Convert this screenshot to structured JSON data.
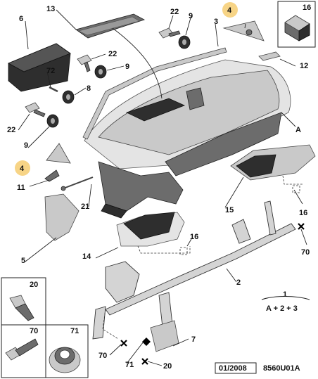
{
  "callouts": {
    "c13": "13",
    "c22a": "22",
    "c9a": "9",
    "c3": "3",
    "c4a": "4",
    "c16a": "16",
    "c6": "6",
    "c22b": "22",
    "c9b": "9",
    "c12": "12",
    "c72": "72",
    "c8": "8",
    "c22c": "22",
    "c9c": "9",
    "cA": "A",
    "c4b": "4",
    "c11": "11",
    "c21": "21",
    "c15": "15",
    "c16b": "16",
    "c5": "5",
    "c14": "14",
    "c16c": "16",
    "c70a": "70",
    "c2": "2",
    "c20a": "20",
    "c70b": "70",
    "c71a": "71",
    "c7": "7",
    "c70c": "70",
    "c71b": "71",
    "c20b": "20"
  },
  "formula": {
    "top": "1",
    "bottom": "A + 2 + 3"
  },
  "footer": {
    "date": "01/2008",
    "code": "8560U01A"
  },
  "colors": {
    "highlight": "#f7d486",
    "line": "#222222"
  }
}
